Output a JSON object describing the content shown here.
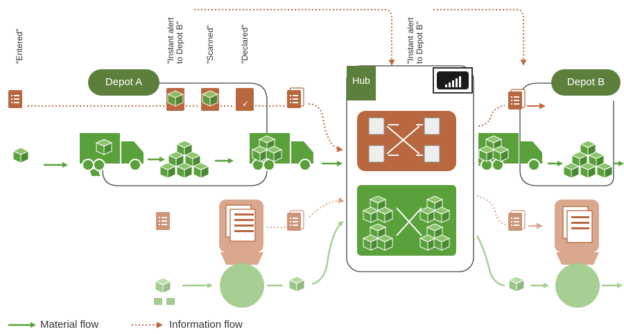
{
  "labels": {
    "entered": "\"Entered\"",
    "instant_alert_1": "\"Instant alert\nto Depot B\"",
    "scanned": "\"Scanned\"",
    "declared": "\"Declared\"",
    "instant_alert_2": "\"Instant alert\nto Depot B\""
  },
  "nodes": {
    "depot_a": "Depot A",
    "depot_b": "Depot B",
    "hub": "Hub"
  },
  "legend": {
    "material": "Material flow",
    "information": "Information flow"
  },
  "colors": {
    "green": "#5aa13c",
    "dark_green": "#5d7f3c",
    "light_green": "#a7cf93",
    "orange": "#b8673f",
    "light_orange": "#d9a88e",
    "dots": "#c0683e"
  }
}
